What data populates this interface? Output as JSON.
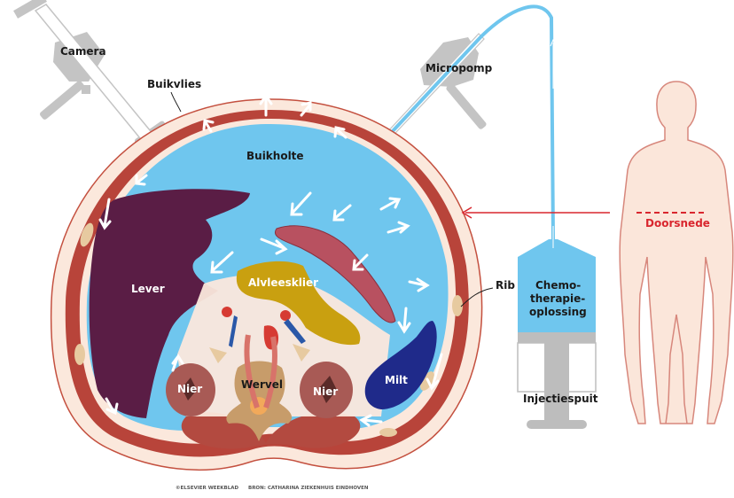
{
  "title": "Doorsnede buikholte met chemotherapie-vernevelaar",
  "colors": {
    "cavity": "#6fc6ee",
    "wall_skin": "#fbe8dc",
    "muscle": "#b8443a",
    "liver": "#5a1d45",
    "pancreas": "#c9a010",
    "spleen": "#1f2a8a",
    "kidney": "#a85a55",
    "vertebra": "#c79c6a",
    "instrument_gray": "#bdbdbd",
    "cut_line": "#d9262e",
    "body_fill": "#fbe6da"
  },
  "labels": {
    "camera": "Camera",
    "buikvlies": "Buikvlies",
    "micropomp": "Micropomp",
    "buikholte": "Buikholte",
    "lever": "Lever",
    "alvleesklier": "Alvleesklier",
    "rib": "Rib",
    "nier_left": "Nier",
    "nier_right": "Nier",
    "wervel": "Wervel",
    "milt": "Milt",
    "chemo_line1": "Chemo-",
    "chemo_line2": "therapie-",
    "chemo_line3": "oplossing",
    "injectiespuit": "Injectiespuit",
    "doorsnede": "Doorsnede"
  },
  "credits": {
    "copyright": "©ELSEVIER WEEKBLAD",
    "source": "BRON: CATHARINA ZIEKENHUIS EINDHOVEN"
  }
}
